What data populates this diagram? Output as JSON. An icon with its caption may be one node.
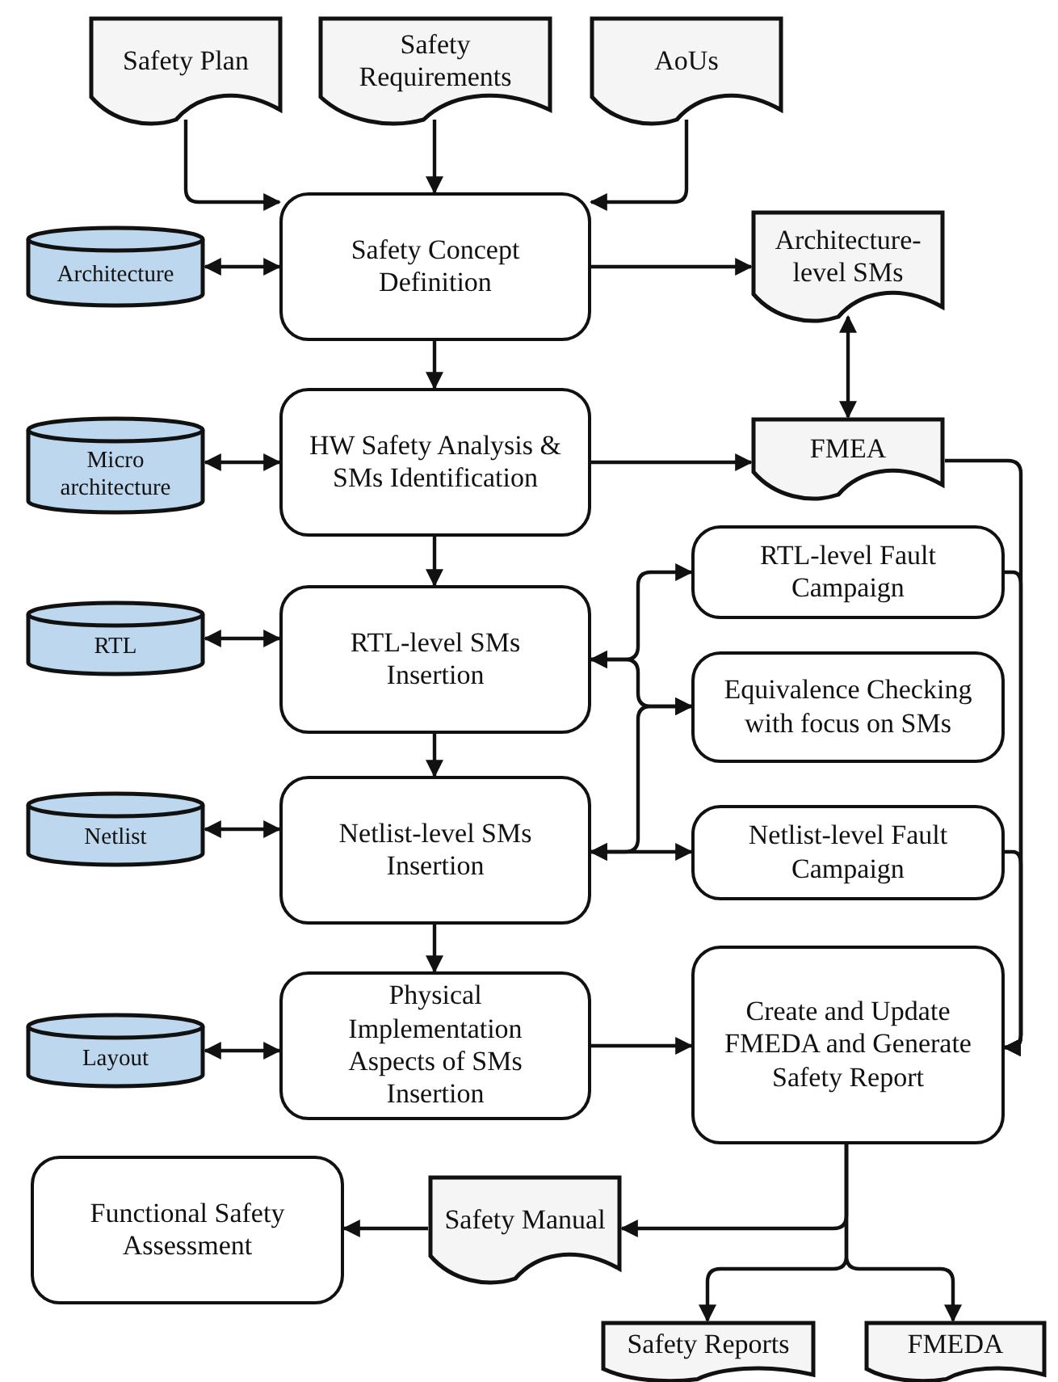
{
  "diagram": {
    "nodes": [
      {
        "text": [
          "Safety Plan"
        ]
      },
      {
        "text": [
          "Safety Requirements"
        ]
      },
      {
        "text": [
          "AoUs"
        ]
      },
      {
        "text": [
          "Architecture"
        ]
      },
      {
        "text": [
          "Safety Concept Definition"
        ]
      },
      {
        "text": [
          "Architecture-level SMs"
        ]
      },
      {
        "text": [
          "Micro architecture"
        ]
      },
      {
        "text": [
          "HW Safety Analysis & SMs Identification"
        ]
      },
      {
        "text": [
          "FMEA"
        ]
      },
      {
        "text": [
          "RTL"
        ]
      },
      {
        "text": [
          "RTL-level SMs Insertion"
        ]
      },
      {
        "text": [
          "RTL-level Fault Campaign"
        ]
      },
      {
        "text": [
          "Equivalence Checking with focus on SMs"
        ]
      },
      {
        "text": [
          "Netlist"
        ]
      },
      {
        "text": [
          "Netlist-level SMs Insertion"
        ]
      },
      {
        "text": [
          "Netlist-level Fault Campaign"
        ]
      },
      {
        "text": [
          "Layout"
        ]
      },
      {
        "text": [
          "Physical Implementation Aspects of SMs Insertion"
        ]
      },
      {
        "text": [
          "Create and Update FMEDA and Generate Safety Report"
        ]
      },
      {
        "text": [
          "Functional Safety Assessment"
        ]
      },
      {
        "text": [
          "Safety Manual"
        ]
      },
      {
        "text": [
          "Safety Reports"
        ]
      },
      {
        "text": [
          "FMEDA"
        ]
      }
    ],
    "edges": [
      {
        "from": 0,
        "to": 4,
        "arrow": "to"
      },
      {
        "from": 1,
        "to": 4,
        "arrow": "to"
      },
      {
        "from": 2,
        "to": 4,
        "arrow": "to"
      },
      {
        "from": 3,
        "to": 4,
        "arrow": "both"
      },
      {
        "from": 4,
        "to": 5,
        "arrow": "to"
      },
      {
        "from": 4,
        "to": 7,
        "arrow": "to"
      },
      {
        "from": 8,
        "to": 5,
        "arrow": "both"
      },
      {
        "from": 6,
        "to": 7,
        "arrow": "both"
      },
      {
        "from": 7,
        "to": 8,
        "arrow": "to"
      },
      {
        "from": 7,
        "to": 10,
        "arrow": "to"
      },
      {
        "from": 8,
        "to": 18,
        "arrow": "to"
      },
      {
        "from": 11,
        "to": 18,
        "arrow": "to"
      },
      {
        "from": 15,
        "to": 18,
        "arrow": "to"
      },
      {
        "from": 10,
        "to": 11,
        "arrow": "both"
      },
      {
        "from": 10,
        "to": 12,
        "arrow": "both"
      },
      {
        "from": 14,
        "to": 12,
        "arrow": "both"
      },
      {
        "from": 14,
        "to": 15,
        "arrow": "both"
      },
      {
        "from": 9,
        "to": 10,
        "arrow": "both"
      },
      {
        "from": 10,
        "to": 14,
        "arrow": "to"
      },
      {
        "from": 13,
        "to": 14,
        "arrow": "both"
      },
      {
        "from": 14,
        "to": 17,
        "arrow": "to"
      },
      {
        "from": 16,
        "to": 17,
        "arrow": "both"
      },
      {
        "from": 17,
        "to": 18,
        "arrow": "to"
      },
      {
        "from": 18,
        "to": 20,
        "arrow": "to"
      },
      {
        "from": 20,
        "to": 19,
        "arrow": "to"
      },
      {
        "from": 18,
        "to": 21,
        "arrow": "to"
      },
      {
        "from": 18,
        "to": 22,
        "arrow": "to"
      }
    ]
  }
}
